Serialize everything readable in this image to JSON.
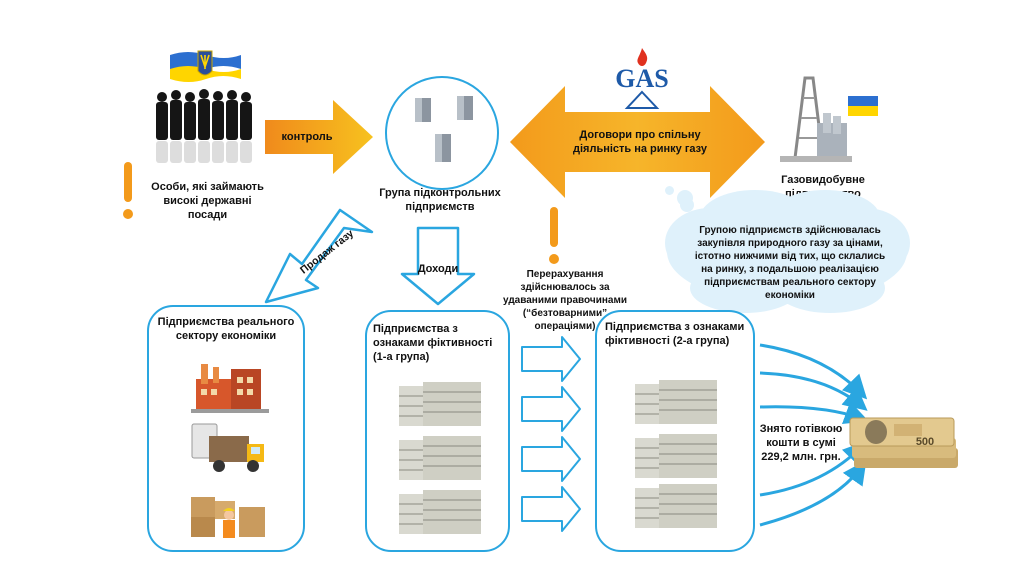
{
  "officials": {
    "label": "Особи, які займають високі державні посади"
  },
  "control_arrow": {
    "label": "контроль"
  },
  "controlled_group": {
    "label": "Група підконтрольних підприємств"
  },
  "gas_logo": {
    "text": "GAS"
  },
  "agreement_arrow": {
    "label": "Договори про спільну діяльність на ринку газу"
  },
  "gas_company": {
    "label": "Газовидобувне підприємство"
  },
  "cloud": {
    "text": "Групою підприємств здійснювалась закупівля природного газу за цінами, істотно нижчими від тих, що склались на ринку, з подальшою реалізацією підприємствам реального сектору економіки"
  },
  "sale_arrow": {
    "label": "Продаж газу"
  },
  "income_arrow": {
    "label": "Доходи"
  },
  "transfer_note": {
    "label": "Перерахування здійснювалось за удаваними правочинами (“безтоварними” операціями)"
  },
  "real_sector_box": {
    "title": "Підприємства реального сектору економіки"
  },
  "fictitious_box_1": {
    "title": "Підприємства з ознаками фіктивності (1-а група)"
  },
  "fictitious_box_2": {
    "title": "Підприємства з ознаками фіктивності (2-а група)"
  },
  "cash_withdrawn": {
    "text": "Знято готівкою кошти в сумі 229,2 млн. грн."
  },
  "banknote": {
    "denomination": "500"
  },
  "colors": {
    "orange": "#f39a1b",
    "blue": "#2aa6e0",
    "cloud": "#dff1fb"
  }
}
